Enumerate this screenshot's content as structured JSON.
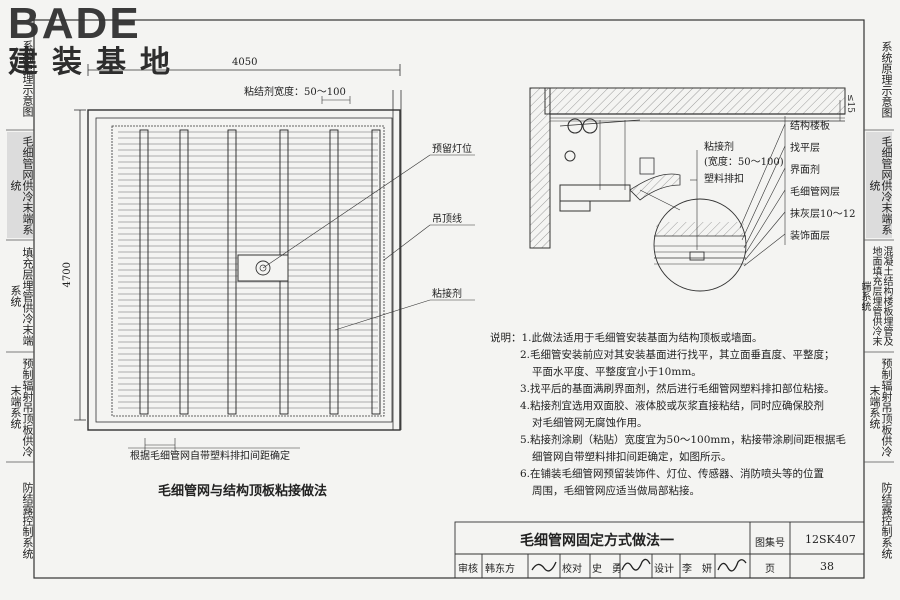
{
  "logo": {
    "main": "BADE",
    "sub": "建装基地"
  },
  "left_tabs": [
    {
      "label": "系统原理示意图",
      "active": false
    },
    {
      "label": "毛细管网供冷末端系统",
      "active": true
    },
    {
      "label": "填充层埋管供冷末端系统",
      "active": false
    },
    {
      "label": "预制辐射吊顶板供冷末端系统",
      "active": false
    },
    {
      "label": "防结露控制系统",
      "active": false
    }
  ],
  "right_tabs": [
    {
      "label": "系统原理示意图",
      "active": false
    },
    {
      "label": "毛细管网供冷末端系统",
      "active": true
    },
    {
      "label": "混凝土结构楼板埋管及地面填充层埋管供冷末端系统",
      "active": false
    },
    {
      "label": "预制辐射吊顶板供冷末端系统",
      "active": false
    },
    {
      "label": "防结露控制系统",
      "active": false
    }
  ],
  "plan": {
    "dim_width": "4050",
    "dim_height": "4700",
    "adhesive_width": "粘结剂宽度：50～100",
    "reserved_light": "预留灯位",
    "ceiling_line": "吊顶线",
    "adhesive": "粘接剂",
    "bottom_note": "根据毛细管网自带塑料排扣间距确定",
    "caption": "毛细管网与结构顶板粘接做法"
  },
  "section": {
    "dim_15": "≤15",
    "adhesive": "粘接剂",
    "adhesive_width": "(宽度：50～100)",
    "plastic_clip": "塑料排扣",
    "layers": [
      "结构楼板",
      "找平层",
      "界面剂",
      "毛细管网层",
      "抹灰层10～12",
      "装饰面层"
    ]
  },
  "notes": [
    "说明：1.此做法适用于毛细管安装基面为结构顶板或墙面。",
    "2.毛细管安装前应对其安装基面进行找平，其立面垂直度、平整度；",
    "平面水平度、平整度宜小于10mm。",
    "3.找平后的基面满刷界面剂，然后进行毛细管网塑料排扣部位粘接。",
    "4.粘接剂宜选用双面胶、液体胶或灰浆直接粘结，同时应确保胶剂",
    "对毛细管网无腐蚀作用。",
    "5.粘接剂涂刷（粘贴）宽度宜为50～100mm，粘接带涂刷间距根据毛",
    "细管网自带塑料排扣间距确定，如图所示。",
    "6.在铺装毛细管网预留装饰件、灯位、传感器、消防喷头等的位置",
    "周围，毛细管网应适当做局部粘接。"
  ],
  "title_block": {
    "title": "毛细管网固定方式做法一",
    "atlas_label": "图集号",
    "atlas_no": "12SK407",
    "review": "审核",
    "reviewer": "韩东方",
    "check": "校对",
    "checker": "史　勇",
    "design": "设计",
    "designer": "李　妍",
    "page_label": "页",
    "page_no": "38"
  }
}
